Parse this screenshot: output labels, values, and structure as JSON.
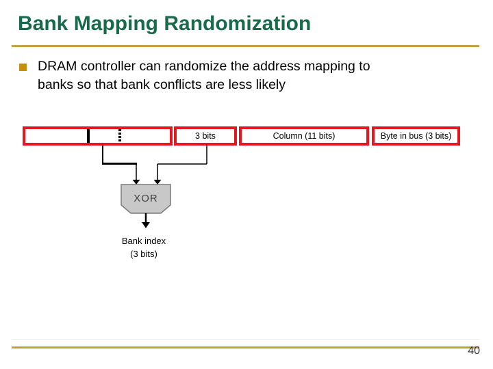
{
  "slide": {
    "title": "Bank Mapping Randomization",
    "body_lines": [
      "DRAM controller can randomize the address mapping to",
      "banks so that bank conflicts are less likely"
    ],
    "page_number": "40"
  },
  "diagram": {
    "field_boxes": [
      {
        "label": ""
      },
      {
        "label": "3 bits"
      },
      {
        "label": "Column (11 bits)"
      },
      {
        "label": "Byte in bus (3 bits)"
      }
    ],
    "xor_label": "XOR",
    "output_label": [
      "Bank index",
      "(3 bits)"
    ]
  },
  "colors": {
    "title_green": "#186A4B",
    "accent_gold": "#C2A33B",
    "bullet_gold": "#C48F10",
    "box_red": "#E5171E",
    "xor_fill": "#C8C8C8",
    "xor_border": "#7A7A7A"
  }
}
